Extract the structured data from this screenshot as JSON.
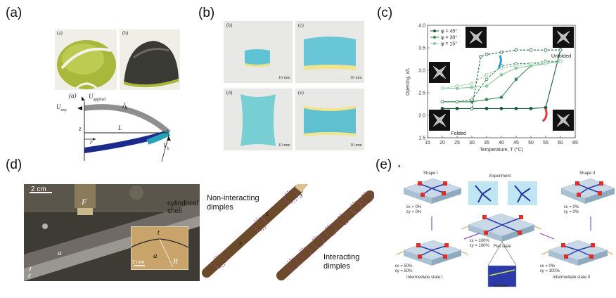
{
  "labels": {
    "a": "(a)",
    "b": "(b)",
    "c": "(c)",
    "d": "(d)",
    "e": "(e)"
  },
  "panel_a": {
    "photo_captions": [
      "(a)",
      "(b)"
    ],
    "schematic_label": "(a)",
    "u_applied": "U",
    "u_applied_sub": "applied",
    "u_axy": "U",
    "u_axy_sub": "axy",
    "h": "h",
    "z": "z",
    "L": "L",
    "r": "r",
    "vb": "V",
    "vb_sub": "b"
  },
  "panel_b": {
    "captions": [
      "(b)",
      "(c)",
      "(d)",
      "(e)"
    ],
    "scale": "10 mm"
  },
  "panel_c": {
    "legend": [
      "φ = 45°",
      "φ = 30°",
      "φ = 15°"
    ],
    "ylabel": "Opening, x/L",
    "xlabel": "Temperature, T (°C)",
    "unfolded": "Unfolded",
    "folded": "Folded"
  },
  "panel_d": {
    "scale_top": "2 cm",
    "letter_f": "F",
    "cyl_shell": "cylindrical\nshell",
    "eps": "ε",
    "a": "a",
    "inset_t": "t",
    "inset_a": "a",
    "inset_R": "R",
    "inset_scale": "2 mm",
    "non_interacting": "Non-interacting\ndimples",
    "interacting": "Interacting\ndimples",
    "markers": [
      "1",
      "2",
      "3"
    ]
  },
  "panel_e": {
    "corner": "a",
    "shape1": "Shape I",
    "shape2": "Shape II",
    "experiment": "Experiment",
    "flat": "Flat state",
    "crease": "Crease",
    "inter1": "Intermediate state I",
    "inter2": "Intermediate state II",
    "s1": [
      "εx = 0%",
      "εy = 0%"
    ],
    "s2": [
      "εx = 0%",
      "εy = 0%"
    ],
    "flat_s": [
      "εx = 100%",
      "εy = 100%"
    ],
    "i1_s": [
      "εx = 50%",
      "εy = 50%"
    ],
    "i2_s": [
      "εx = 0%",
      "εy = 100%"
    ]
  },
  "chart_data": {
    "type": "line",
    "title": "",
    "xlabel": "Temperature, T (°C)",
    "ylabel": "Opening, x/L",
    "xlim": [
      15,
      65
    ],
    "ylim": [
      1.5,
      4.0
    ],
    "xticks": [
      15,
      20,
      25,
      30,
      35,
      40,
      45,
      50,
      55,
      60,
      65
    ],
    "yticks": [
      1.5,
      2.0,
      2.5,
      3.0,
      3.5,
      4.0
    ],
    "legend_position": "top-left",
    "series": [
      {
        "name": "φ = 45°",
        "color": "#1a5c3a",
        "style": "heating",
        "x": [
          20,
          25,
          30,
          35,
          40,
          45,
          50,
          55,
          60
        ],
        "y": [
          2.15,
          2.15,
          2.15,
          2.15,
          2.15,
          2.15,
          2.15,
          2.17,
          3.45
        ]
      },
      {
        "name": "φ = 45°",
        "color": "#1a5c3a",
        "style": "cooling",
        "x": [
          60,
          55,
          50,
          45,
          40,
          35,
          33,
          30
        ],
        "y": [
          3.45,
          3.45,
          3.45,
          3.45,
          3.4,
          3.35,
          3.3,
          2.15
        ]
      },
      {
        "name": "φ = 30°",
        "color": "#3d8a5a",
        "style": "heating",
        "x": [
          20,
          25,
          30,
          35,
          40,
          45,
          50,
          55,
          60
        ],
        "y": [
          2.3,
          2.3,
          2.3,
          2.35,
          2.4,
          2.8,
          3.1,
          3.15,
          3.2
        ]
      },
      {
        "name": "φ = 30°",
        "color": "#3d8a5a",
        "style": "cooling",
        "x": [
          60,
          55,
          50,
          45,
          40,
          35,
          30,
          25,
          20
        ],
        "y": [
          3.2,
          3.2,
          3.15,
          3.15,
          3.1,
          2.8,
          2.35,
          2.3,
          2.3
        ]
      },
      {
        "name": "φ = 15°",
        "color": "#8cc7a0",
        "style": "heating",
        "x": [
          20,
          25,
          30,
          35,
          40,
          45,
          50,
          55,
          60
        ],
        "y": [
          2.6,
          2.6,
          2.62,
          2.65,
          2.9,
          3.05,
          3.1,
          3.15,
          3.2
        ]
      },
      {
        "name": "φ = 15°",
        "color": "#8cc7a0",
        "style": "cooling",
        "x": [
          60,
          55,
          50,
          45,
          40,
          35,
          30,
          25,
          20
        ],
        "y": [
          3.2,
          3.15,
          3.15,
          3.1,
          3.05,
          2.9,
          2.7,
          2.65,
          2.6
        ]
      }
    ]
  }
}
